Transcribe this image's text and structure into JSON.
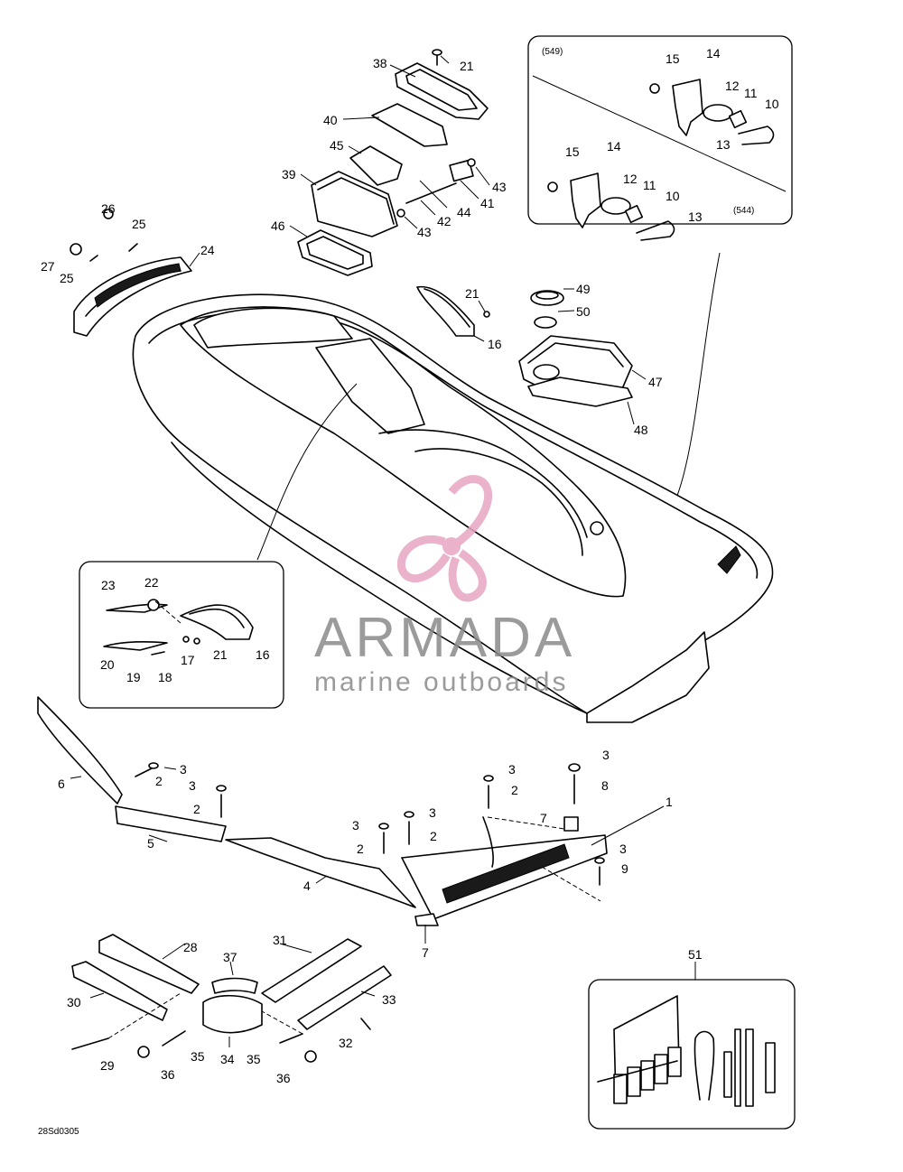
{
  "watermark": {
    "brand": "ARMADA",
    "tagline": "marine outboards",
    "logo_color": "#e8a5c3"
  },
  "diagram_code": "28Sd0305",
  "detail_box_a": {
    "variant_top": "(549)",
    "variant_bottom": "(544)"
  },
  "callouts": [
    {
      "key": "c38",
      "text": "38"
    },
    {
      "key": "c21a",
      "text": "21"
    },
    {
      "key": "c40",
      "text": "40"
    },
    {
      "key": "c45",
      "text": "45"
    },
    {
      "key": "c39",
      "text": "39"
    },
    {
      "key": "c43a",
      "text": "43"
    },
    {
      "key": "c41",
      "text": "41"
    },
    {
      "key": "c44",
      "text": "44"
    },
    {
      "key": "c42",
      "text": "42"
    },
    {
      "key": "c43b",
      "text": "43"
    },
    {
      "key": "c46",
      "text": "46"
    },
    {
      "key": "c26",
      "text": "26"
    },
    {
      "key": "c25a",
      "text": "25"
    },
    {
      "key": "c24",
      "text": "24"
    },
    {
      "key": "c27",
      "text": "27"
    },
    {
      "key": "c25b",
      "text": "25"
    },
    {
      "key": "c21b",
      "text": "21"
    },
    {
      "key": "c16a",
      "text": "16"
    },
    {
      "key": "c49",
      "text": "49"
    },
    {
      "key": "c50",
      "text": "50"
    },
    {
      "key": "c47",
      "text": "47"
    },
    {
      "key": "c48",
      "text": "48"
    },
    {
      "key": "c15a",
      "text": "15"
    },
    {
      "key": "c14a",
      "text": "14"
    },
    {
      "key": "c12a",
      "text": "12"
    },
    {
      "key": "c11a",
      "text": "11"
    },
    {
      "key": "c10a",
      "text": "10"
    },
    {
      "key": "c13a",
      "text": "13"
    },
    {
      "key": "c15b",
      "text": "15"
    },
    {
      "key": "c14b",
      "text": "14"
    },
    {
      "key": "c12b",
      "text": "12"
    },
    {
      "key": "c11b",
      "text": "11"
    },
    {
      "key": "c10b",
      "text": "10"
    },
    {
      "key": "c13b",
      "text": "13"
    },
    {
      "key": "c23",
      "text": "23"
    },
    {
      "key": "c22",
      "text": "22"
    },
    {
      "key": "c20",
      "text": "20"
    },
    {
      "key": "c19",
      "text": "19"
    },
    {
      "key": "c18",
      "text": "18"
    },
    {
      "key": "c17",
      "text": "17"
    },
    {
      "key": "c21c",
      "text": "21"
    },
    {
      "key": "c16b",
      "text": "16"
    },
    {
      "key": "c6",
      "text": "6"
    },
    {
      "key": "c3a",
      "text": "3"
    },
    {
      "key": "c2a",
      "text": "2"
    },
    {
      "key": "c3b",
      "text": "3"
    },
    {
      "key": "c2b",
      "text": "2"
    },
    {
      "key": "c5",
      "text": "5"
    },
    {
      "key": "c3c",
      "text": "3"
    },
    {
      "key": "c2c",
      "text": "2"
    },
    {
      "key": "c3d",
      "text": "3"
    },
    {
      "key": "c2d",
      "text": "2"
    },
    {
      "key": "c4",
      "text": "4"
    },
    {
      "key": "c3e",
      "text": "3"
    },
    {
      "key": "c2e",
      "text": "2"
    },
    {
      "key": "c7a",
      "text": "7"
    },
    {
      "key": "c3f",
      "text": "3"
    },
    {
      "key": "c8",
      "text": "8"
    },
    {
      "key": "c1",
      "text": "1"
    },
    {
      "key": "c3g",
      "text": "3"
    },
    {
      "key": "c9",
      "text": "9"
    },
    {
      "key": "c7b",
      "text": "7"
    },
    {
      "key": "c28",
      "text": "28"
    },
    {
      "key": "c37",
      "text": "37"
    },
    {
      "key": "c31",
      "text": "31"
    },
    {
      "key": "c30",
      "text": "30"
    },
    {
      "key": "c33",
      "text": "33"
    },
    {
      "key": "c29",
      "text": "29"
    },
    {
      "key": "c35a",
      "text": "35"
    },
    {
      "key": "c34",
      "text": "34"
    },
    {
      "key": "c35b",
      "text": "35"
    },
    {
      "key": "c32",
      "text": "32"
    },
    {
      "key": "c36a",
      "text": "36"
    },
    {
      "key": "c36b",
      "text": "36"
    },
    {
      "key": "c51",
      "text": "51"
    }
  ]
}
